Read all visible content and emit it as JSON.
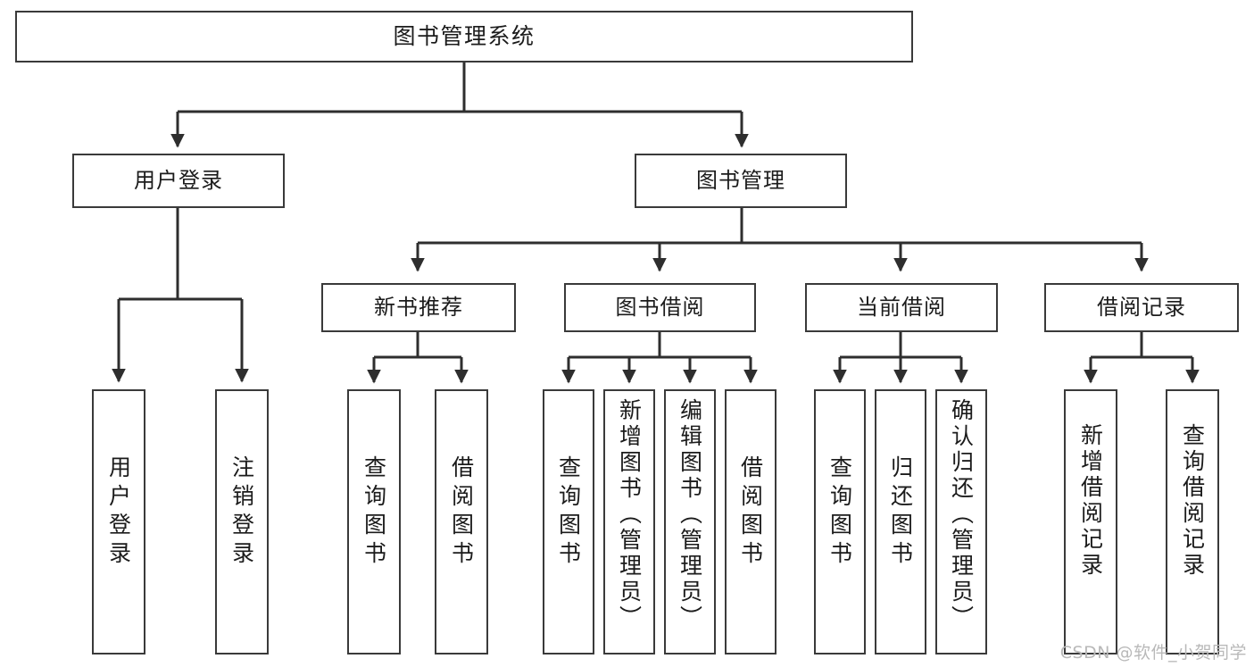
{
  "diagram": {
    "type": "tree-hierarchy",
    "title": "图书管理系统",
    "orientation": "top-down",
    "colors": {
      "node_border": "#3a3a3a",
      "node_fill": "#ffffff",
      "edge": "#2e2e2e",
      "text": "#1b1b1b",
      "watermark": "#b9b9b9",
      "background": "#ffffff"
    },
    "nodes": {
      "root": {
        "label": "图书管理系统"
      },
      "level2": [
        {
          "id": "user-login",
          "label": "用户登录"
        },
        {
          "id": "book-manage",
          "label": "图书管理"
        }
      ],
      "level3": [
        {
          "id": "new-book-recommend",
          "label": "新书推荐"
        },
        {
          "id": "book-borrow",
          "label": "图书借阅"
        },
        {
          "id": "current-borrow",
          "label": "当前借阅"
        },
        {
          "id": "borrow-record",
          "label": "借阅记录"
        }
      ],
      "leaves": {
        "user-login": [
          {
            "id": "leaf-user-login",
            "label": "用户登录"
          },
          {
            "id": "leaf-logout",
            "label": "注销登录"
          }
        ],
        "new-book-recommend": [
          {
            "id": "leaf-query-book-1",
            "label": "查询图书"
          },
          {
            "id": "leaf-borrow-book-1",
            "label": "借阅图书"
          }
        ],
        "book-borrow": [
          {
            "id": "leaf-query-book-2",
            "label": "查询图书"
          },
          {
            "id": "leaf-add-book",
            "label": "新增图书（管理员）"
          },
          {
            "id": "leaf-edit-book",
            "label": "编辑图书（管理员）"
          },
          {
            "id": "leaf-borrow-book-2",
            "label": "借阅图书"
          }
        ],
        "current-borrow": [
          {
            "id": "leaf-query-book-3",
            "label": "查询图书"
          },
          {
            "id": "leaf-return-book",
            "label": "归还图书"
          },
          {
            "id": "leaf-confirm-return",
            "label": "确认归还（管理员）"
          }
        ],
        "borrow-record": [
          {
            "id": "leaf-add-record",
            "label": "新增借阅记录"
          },
          {
            "id": "leaf-query-record",
            "label": "查询借阅记录"
          }
        ]
      }
    }
  },
  "watermark": {
    "text": "CSDN @软件_小贺同学"
  }
}
